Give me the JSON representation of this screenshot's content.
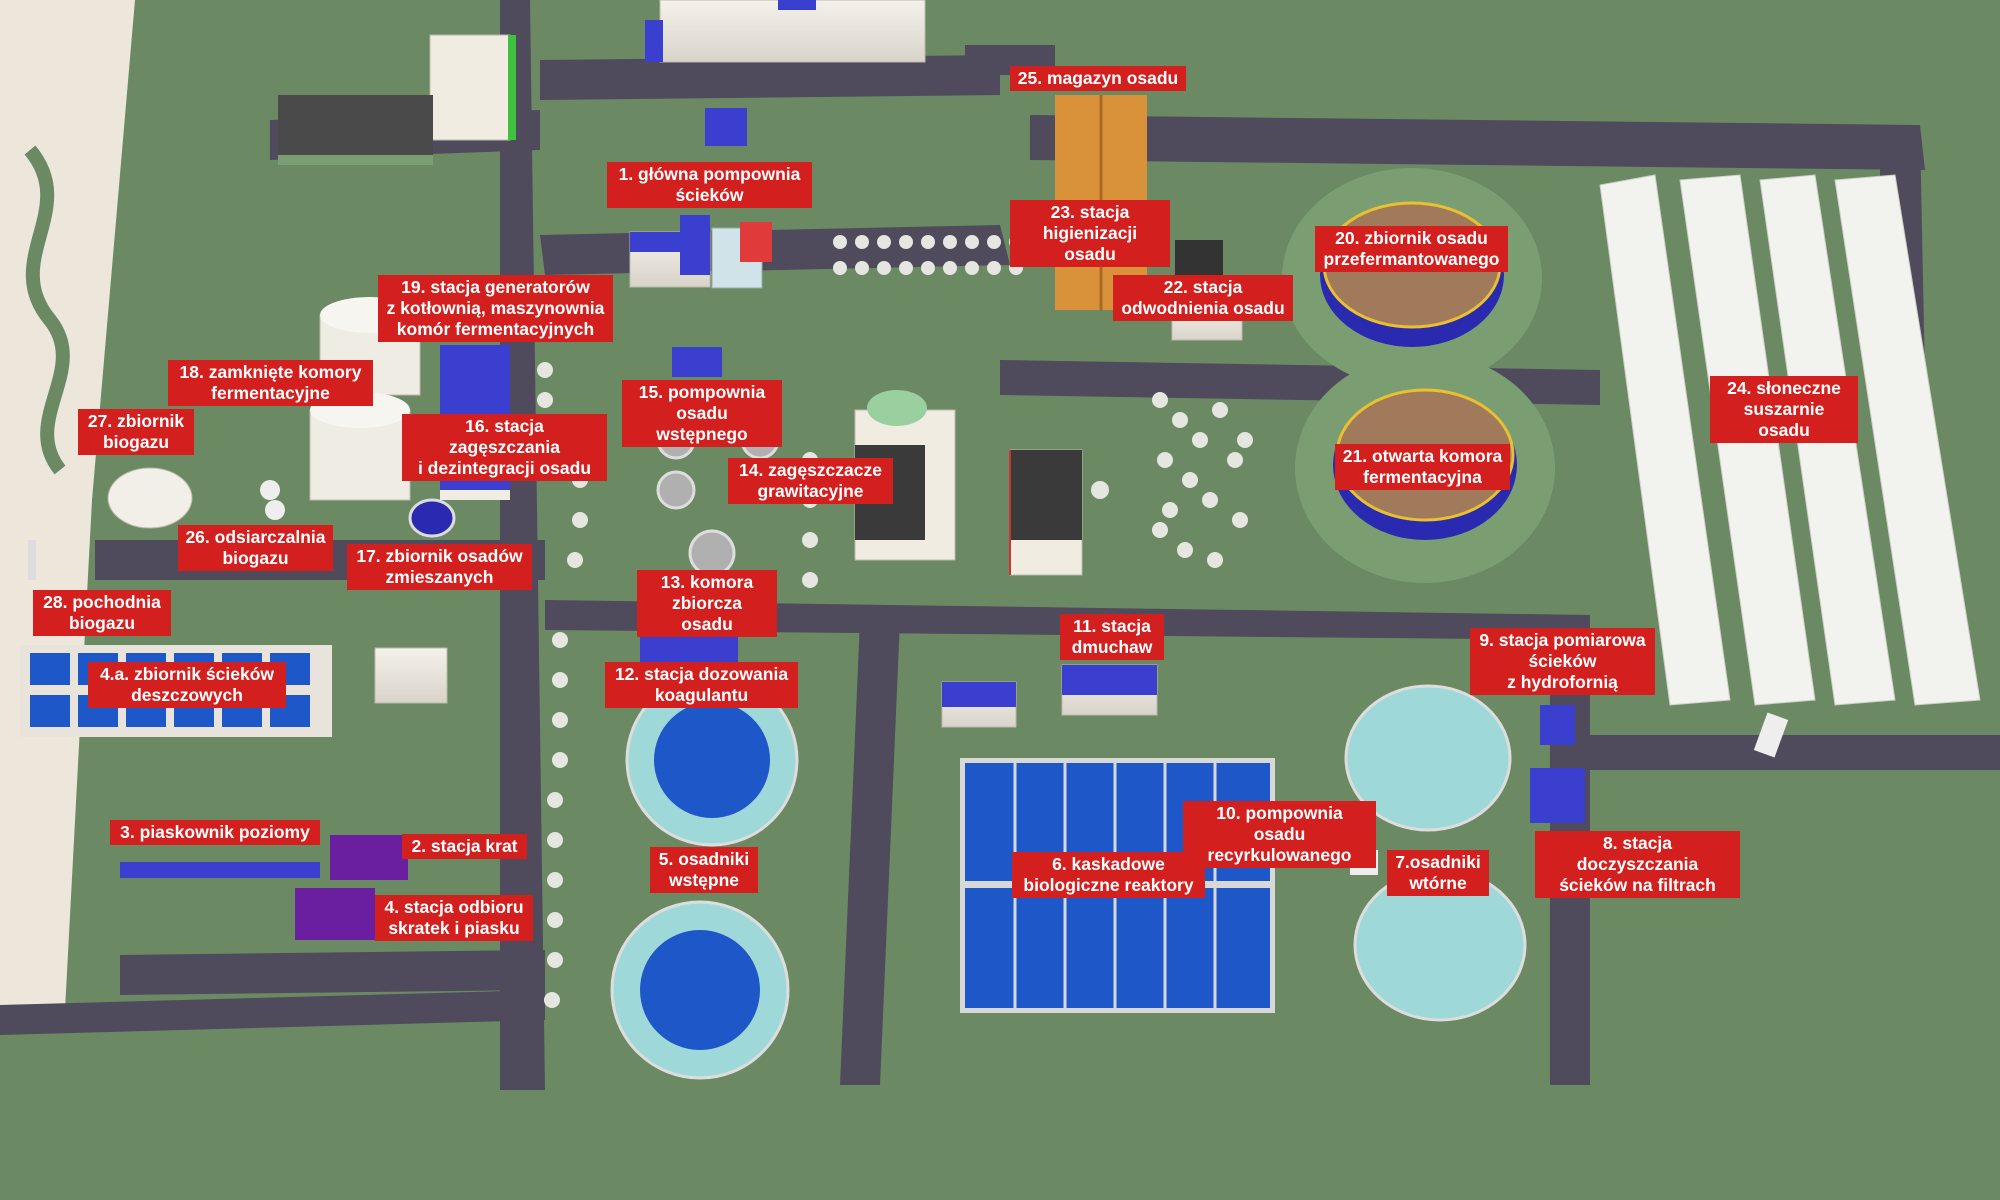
{
  "colors": {
    "grass": "#6b8a64",
    "road": "#4f4a5c",
    "label_bg": "#d41f1f",
    "label_text": "#ffffff",
    "water_blue": "#1e57c8",
    "water_light": "#9fd8d8",
    "sludge_brown": "#a07a5a",
    "roof_orange": "#d9913a",
    "roof_blue": "#3b3fd0",
    "roof_purple": "#6a1fa0",
    "greenhouse_white": "#f2f2ee"
  },
  "labels": {
    "l1": "1. główna pompownia\nścieków",
    "l2": "2. stacja krat",
    "l3": "3. piaskownik poziomy",
    "l4": "4. stacja odbioru\nskratek i piasku",
    "l4a": "4.a. zbiornik ścieków\ndeszczowych",
    "l5": "5. osadniki\nwstępne",
    "l6": "6. kaskadowe\nbiologiczne reaktory",
    "l7": "7.osadniki\nwtórne",
    "l8": "8. stacja doczyszczania\nścieków na filtrach",
    "l9": "9. stacja pomiarowa\nścieków\nz hydrofornią",
    "l10": "10. pompownia osadu\nrecyrkulowanego",
    "l11": "11. stacja\ndmuchaw",
    "l12": "12. stacja dozowania\nkoagulantu",
    "l13": "13. komora\nzbiorcza osadu",
    "l14": "14. zagęszczacze\ngrawitacyjne",
    "l15": "15. pompownia\nosadu wstępnego",
    "l16": "16. stacja zagęszczania\ni dezintegracji osadu",
    "l17": "17. zbiornik osadów\nzmieszanych",
    "l18": "18. zamknięte komory\nfermentacyjne",
    "l19": "19. stacja generatorów\nz kotłownią, maszynownia\nkomór fermentacyjnych",
    "l20": "20. zbiornik osadu\nprzefermantowanego",
    "l21": "21. otwarta komora\nfermentacyjna",
    "l22": "22. stacja\nodwodnienia osadu",
    "l23": "23. stacja\nhigienizacji osadu",
    "l24": "24. słoneczne\nsuszarnie osadu",
    "l25": "25. magazyn osadu",
    "l26": "26. odsiarczalnia\nbiogazu",
    "l27": "27. zbiornik\nbiogazu",
    "l28": "28. pochodnia\nbiogazu"
  }
}
